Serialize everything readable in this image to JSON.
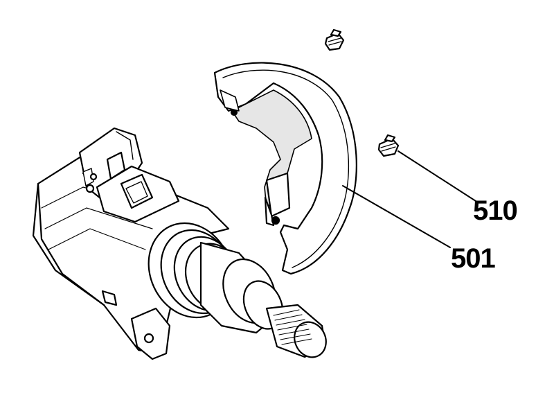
{
  "diagram": {
    "callouts": [
      {
        "id": "510",
        "label": "510"
      },
      {
        "id": "501",
        "label": "501"
      }
    ],
    "colors": {
      "line": "#000000",
      "fill": "#ffffff",
      "shade": "#e6e6e6"
    }
  }
}
